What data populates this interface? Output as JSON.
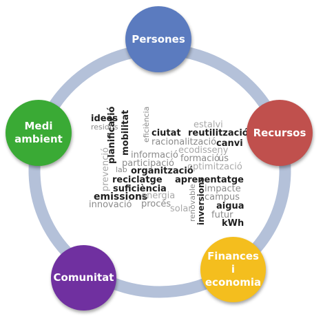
{
  "colors": {
    "ring": "#b4c1d9",
    "persones": "#5b7bbf",
    "recursos": "#c0504d",
    "finances": "#f4be1e",
    "comunitat": "#7030a0",
    "medi": "#3aaa35"
  },
  "nodes": {
    "persones": "Persones",
    "recursos": "Recursos",
    "finances": "Finances i\neconomia",
    "comunitat": "Comunitat",
    "medi": "Medi\nambient"
  },
  "cloud": {
    "idees": "idees",
    "residus": "residus",
    "prevencio": "prevenció",
    "lab": "lab",
    "planificacio": "planificació",
    "mobilitat": "mobilitat",
    "eficiencia": "eficiència",
    "ciutat": "ciutat",
    "racionalitzacio": "racionalització",
    "estalvi": "estalvi",
    "reutilitzacio": "reutilització",
    "canvi": "canvi",
    "ecodisseny": "ecodisseny",
    "formacio": "formació",
    "us": "ús",
    "optimitzacio": "optimització",
    "informacio": "informació",
    "participacio": "participació",
    "organitzacio": "organització",
    "reciclatge": "reciclatge",
    "aprenentatge": "aprenentatge",
    "impacte": "impacte",
    "campus": "campus",
    "suficiencia": "suficiència",
    "emissions": "emissions",
    "energia": "energia",
    "proces": "procés",
    "innovacio": "innovació",
    "solar": "solar",
    "renovable": "renovable",
    "inversions": "inversions",
    "aigua": "aigua",
    "futur": "futur",
    "kwh": "kWh"
  }
}
